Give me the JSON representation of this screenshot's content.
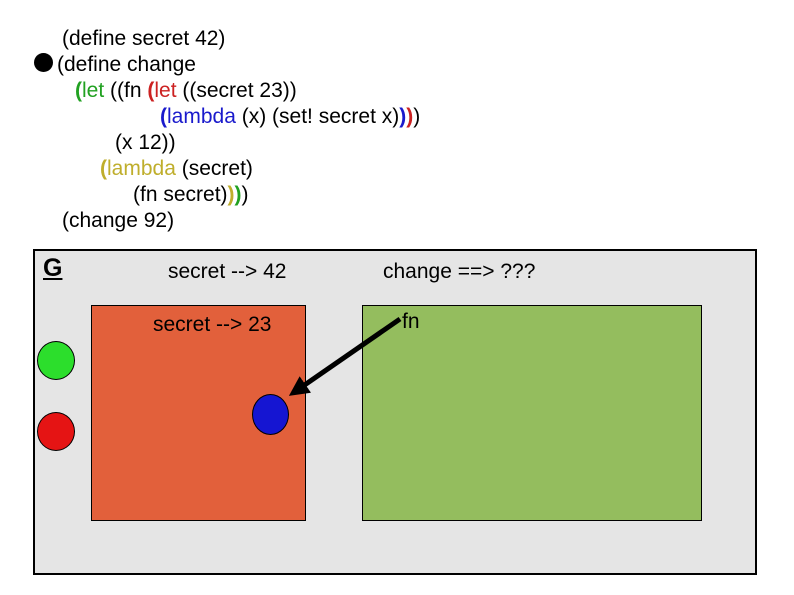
{
  "palette": {
    "code_green": "#21A121",
    "code_red": "#CC2222",
    "code_blue": "#1A1ACC",
    "code_olive": "#BFAE2C",
    "env_background": "#E5E5E5",
    "let_env_fill": "#E2603B",
    "proc_env_fill": "#94BD5E",
    "green_dot": "#2CDE2C",
    "red_dot": "#E51414",
    "blue_dot": "#1515D2"
  },
  "code": {
    "bullet": "●",
    "lines": [
      {
        "segments": [
          {
            "t": "(define secret 42)",
            "c": "k"
          }
        ]
      },
      {
        "segments": [
          {
            "t": "(define change",
            "c": "k"
          }
        ]
      },
      {
        "segments": [
          {
            "t": "(",
            "c": "g",
            "b": true
          },
          {
            "t": "let",
            "c": "g"
          },
          {
            "t": " ((fn ",
            "c": "k"
          },
          {
            "t": "(",
            "c": "r",
            "b": true
          },
          {
            "t": "let",
            "c": "r"
          },
          {
            "t": " ((secret 23))",
            "c": "k"
          }
        ]
      },
      {
        "segments": [
          {
            "t": "(",
            "c": "b",
            "b": true
          },
          {
            "t": "lambda",
            "c": "b"
          },
          {
            "t": " (x) (set! secret x)",
            "c": "k"
          },
          {
            "t": ")",
            "c": "b",
            "b": true
          },
          {
            "t": ")",
            "c": "r",
            "b": true
          },
          {
            "t": ")",
            "c": "k"
          }
        ]
      },
      {
        "segments": [
          {
            "t": "(x 12))",
            "c": "k"
          }
        ]
      },
      {
        "segments": [
          {
            "t": "(",
            "c": "y",
            "b": true
          },
          {
            "t": "lambda",
            "c": "y"
          },
          {
            "t": " (secret)",
            "c": "k"
          }
        ]
      },
      {
        "segments": [
          {
            "t": "(fn secret)",
            "c": "k"
          },
          {
            "t": ")",
            "c": "y",
            "b": true
          },
          {
            "t": ")",
            "c": "g",
            "b": true
          },
          {
            "t": ")",
            "c": "k"
          }
        ]
      },
      {
        "segments": [
          {
            "t": "(change 92)",
            "c": "k"
          }
        ]
      }
    ]
  },
  "diagram": {
    "global_label": "G",
    "binding_secret_42": "secret --> 42",
    "binding_change": "change ==> ???",
    "binding_secret_23": "secret --> 23",
    "fn_label": "fn"
  }
}
